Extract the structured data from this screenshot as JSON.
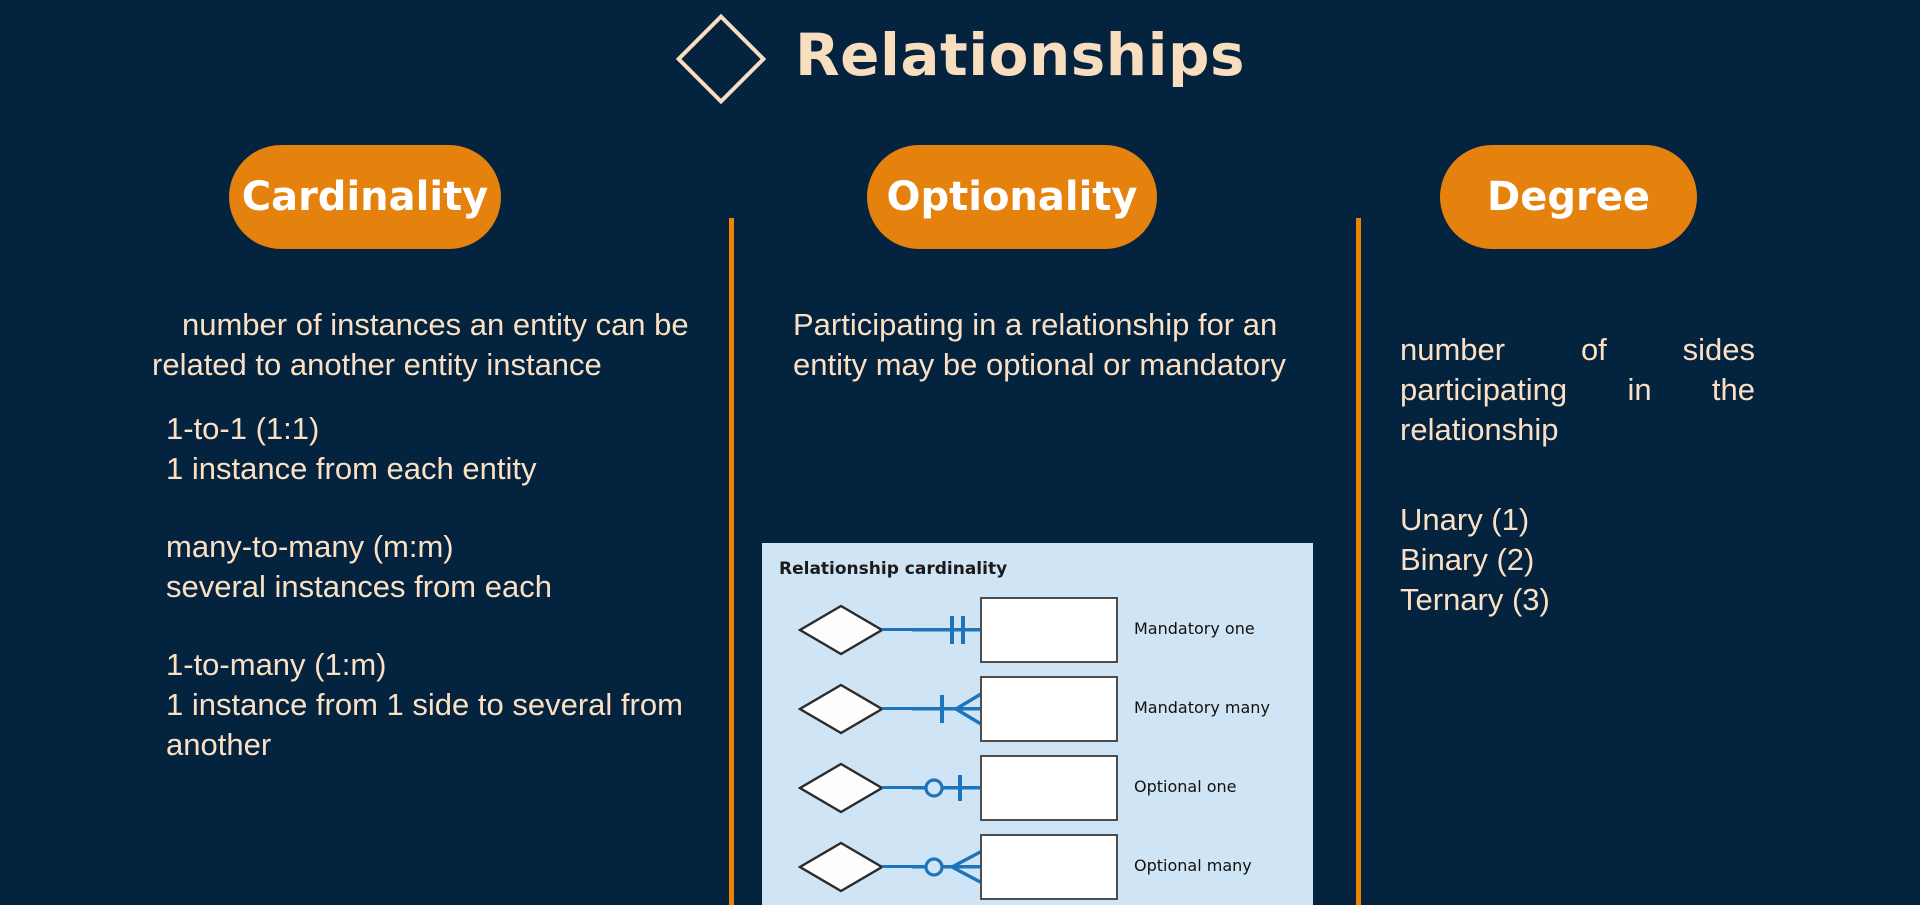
{
  "theme": {
    "background": "#04233f",
    "accent_orange": "#e5820e",
    "divider_orange": "#ef8200",
    "cream_text": "#fbe0c3",
    "figure_background": "#cfe4f4",
    "figure_line": "#1e74bb"
  },
  "header": {
    "icon": "diamond-outline-icon",
    "title": "Relationships"
  },
  "columns": {
    "cardinality": {
      "pill_label": "Cardinality",
      "lead": "number of instances an entity can be related to another entity instance",
      "items": [
        {
          "name": "1-to-1 (1:1)",
          "desc": "1 instance from each entity"
        },
        {
          "name": "many-to-many (m:m)",
          "desc": "several instances from each"
        },
        {
          "name": "1-to-many (1:m)",
          "desc": "1 instance from 1 side to several from another"
        }
      ]
    },
    "optionality": {
      "pill_label": "Optionality",
      "lead": "Participating in a relationship for an entity may be optional or mandatory"
    },
    "degree": {
      "pill_label": "Degree",
      "lead": "number of sides participating in the relationship",
      "items": [
        "Unary (1)",
        "Binary (2)",
        "Ternary (3)"
      ]
    }
  },
  "figure": {
    "title": "Relationship cardinality",
    "rows": [
      {
        "label": "Mandatory one",
        "symbol": "double-bar"
      },
      {
        "label": "Mandatory many",
        "symbol": "bar-crowsfoot"
      },
      {
        "label": "Optional one",
        "symbol": "circle-bar"
      },
      {
        "label": "Optional many",
        "symbol": "circle-crowsfoot"
      }
    ]
  }
}
